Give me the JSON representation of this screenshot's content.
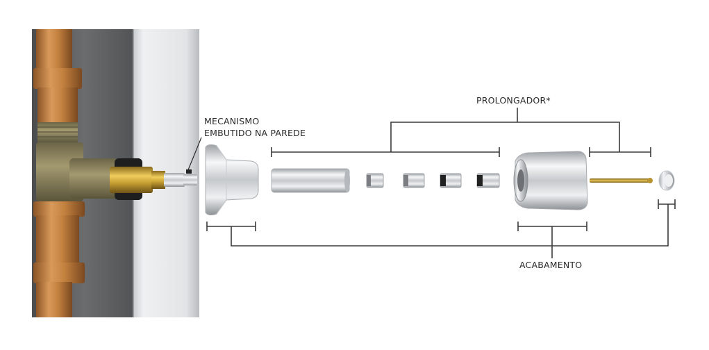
{
  "labels": {
    "mechanism_line1": "MECANISMO",
    "mechanism_line2": "EMBUTIDO NA PAREDE",
    "extender": "PROLONGADOR*",
    "finish": "ACABAMENTO"
  },
  "colors": {
    "pipe": "#c98a4e",
    "pipe_dark": "#9e6432",
    "wall_concrete": "#5e6062",
    "wall_panel": "#e4e6e8",
    "brass": "#c9a234",
    "chrome": "#d9dcdf",
    "bracket_line": "#3a3a3a"
  }
}
